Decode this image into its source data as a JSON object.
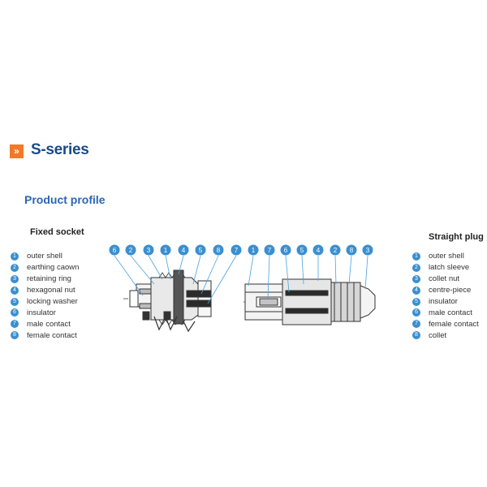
{
  "header": {
    "badge_glyph": "»",
    "series_title": "S-series"
  },
  "section_title": "Product profile",
  "fixed_socket": {
    "title": "Fixed socket",
    "legend": [
      {
        "num": "1",
        "label": "outer shell"
      },
      {
        "num": "2",
        "label": "earthing caown"
      },
      {
        "num": "3",
        "label": "retaining ring"
      },
      {
        "num": "4",
        "label": "hexagonal nut"
      },
      {
        "num": "5",
        "label": "locking washer"
      },
      {
        "num": "6",
        "label": "insulator"
      },
      {
        "num": "7",
        "label": "male contact"
      },
      {
        "num": "8",
        "label": "female contact"
      }
    ],
    "callouts": [
      "6",
      "2",
      "3",
      "1",
      "4",
      "5",
      "8",
      "7"
    ]
  },
  "straight_plug": {
    "title": "Straight plug",
    "legend": [
      {
        "num": "1",
        "label": "outer shell"
      },
      {
        "num": "2",
        "label": "latch sleeve"
      },
      {
        "num": "3",
        "label": "collet nut"
      },
      {
        "num": "4",
        "label": "centre-piece"
      },
      {
        "num": "5",
        "label": "insulator"
      },
      {
        "num": "6",
        "label": "male contact"
      },
      {
        "num": "7",
        "label": "female  contact"
      },
      {
        "num": "8",
        "label": "collet"
      }
    ],
    "callouts": [
      "1",
      "7",
      "6",
      "5",
      "4",
      "2",
      "8",
      "3"
    ]
  },
  "colors": {
    "accent_orange": "#f07a2a",
    "title_blue": "#1b4a86",
    "callout_blue": "#3a8fd0",
    "leader_blue": "#4aa3e0"
  },
  "icons": {
    "badge": "double-chevron-right-icon"
  }
}
